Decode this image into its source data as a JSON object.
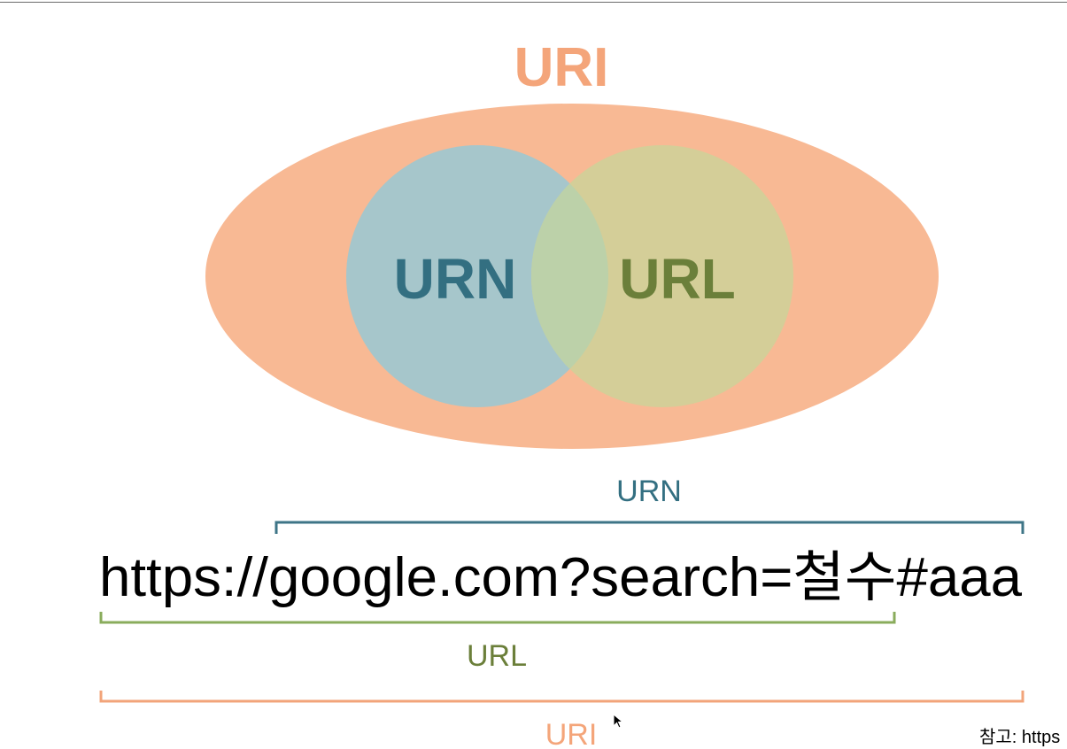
{
  "venn": {
    "outer_label": "URI",
    "left_label": "URN",
    "right_label": "URL"
  },
  "example": {
    "url_text": "https://google.com?search=철수#aaa",
    "urn_bracket_label": "URN",
    "url_bracket_label": "URL",
    "uri_bracket_label": "URI"
  },
  "footnote": "참고: https",
  "colors": {
    "uri": "#f8b994",
    "uri_text": "#f4a57a",
    "urn_fill": "#a6c6cb",
    "urn_text": "#336f81",
    "url_fill": "#d4ce98",
    "url_text": "#6b7f3a",
    "overlap": "#bcd1a9",
    "url_bracket": "#8aac5c",
    "urn_bracket": "#3e7587",
    "uri_bracket": "#f2a47a"
  },
  "icons": {
    "cursor": "mouse-pointer-icon"
  }
}
